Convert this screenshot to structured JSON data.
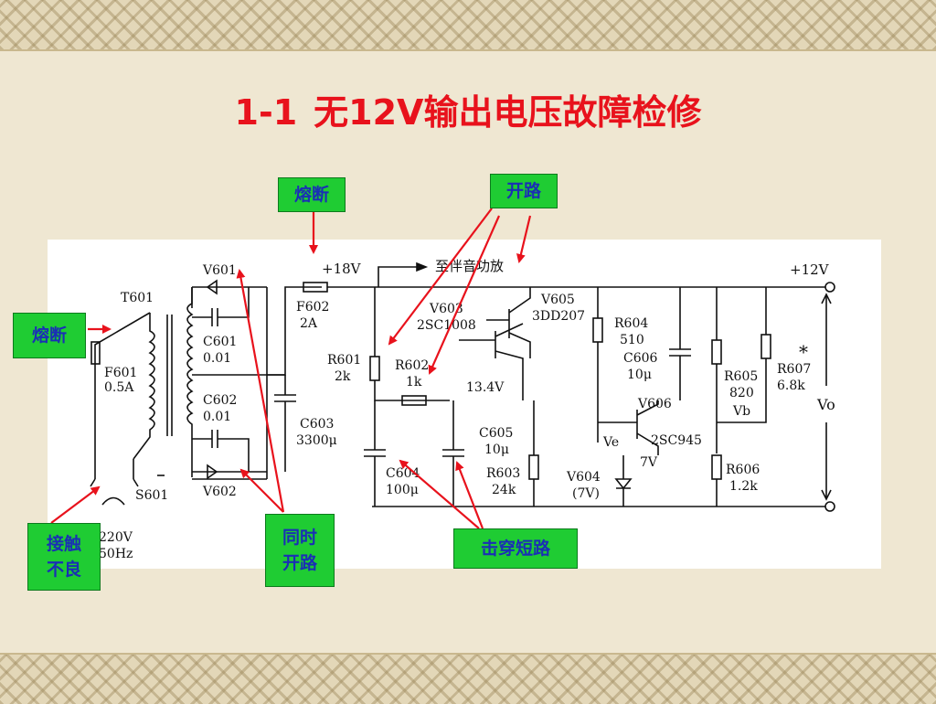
{
  "slide": {
    "title_number": "1-1",
    "title_text": "无12V输出电压故障检修"
  },
  "callouts": {
    "fuse_f602": "熔断",
    "open_circuit": "开路",
    "fuse_f601": "熔断",
    "bad_contact": "接触\n不良",
    "both_open": "同时\n开路",
    "breakdown_short": "击穿短路"
  },
  "colors": {
    "title": "#e8121c",
    "callout_bg": "#1fcc33",
    "callout_text": "#1a2fb5",
    "arrow": "#e8121c"
  },
  "circuit": {
    "plus18v": "+18V",
    "to_amp": "至伴音功放",
    "plus12v": "+12V",
    "t601": "T601",
    "f601": "F601",
    "f601_val": "0.5A",
    "v601": "V601",
    "v602": "V602",
    "c601": "C601",
    "c601_val": "0.01",
    "c602": "C602",
    "c602_val": "0.01",
    "f602": "F602",
    "f602_val": "2A",
    "c603": "C603",
    "c603_val": "3300μ",
    "r601": "R601",
    "r601_val": "2k",
    "r602": "R602",
    "r602_val": "1k",
    "v603": "V603",
    "v603_type": "2SC1008",
    "v605": "V605",
    "v605_type": "3DD207",
    "v13": "13.4V",
    "r604": "R604",
    "r604_val": "510",
    "c606": "C606",
    "c606_val": "10μ",
    "r605": "R605",
    "r605_val": "820",
    "vb": "Vb",
    "r607": "R607",
    "r607_val": "6.8k",
    "star": "*",
    "vo": "Vo",
    "v606": "V606",
    "v606_type": "2SC945",
    "ve": "Ve",
    "v7": "7V",
    "v604": "V604",
    "v604_val": "(7V)",
    "r606": "R606",
    "r606_val": "1.2k",
    "c605": "C605",
    "c605_val": "10μ",
    "r603": "R603",
    "r603_val": "24k",
    "c604": "C604",
    "c604_val": "100μ",
    "s601": "S601",
    "v220": "220V",
    "hz50": "50Hz"
  }
}
